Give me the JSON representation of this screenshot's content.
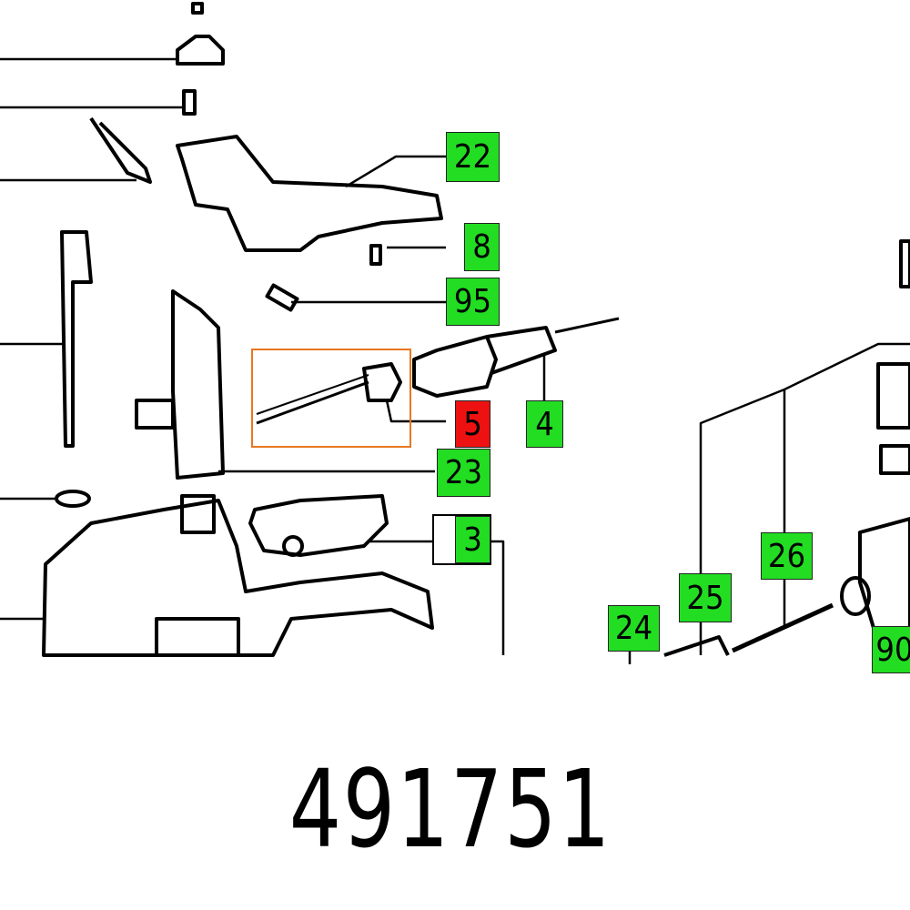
{
  "part_number": "491751",
  "highlight_color": "#e87722",
  "label_colors": {
    "normal": "#22dd22",
    "selected": "#ee1111"
  },
  "labels": [
    {
      "id": "22",
      "state": "normal"
    },
    {
      "id": "8",
      "state": "normal"
    },
    {
      "id": "95",
      "state": "normal"
    },
    {
      "id": "5",
      "state": "selected"
    },
    {
      "id": "4",
      "state": "normal"
    },
    {
      "id": "23",
      "state": "normal"
    },
    {
      "id": "3",
      "state": "normal"
    },
    {
      "id": "26",
      "state": "normal"
    },
    {
      "id": "25",
      "state": "normal"
    },
    {
      "id": "24",
      "state": "normal"
    },
    {
      "id": "90",
      "state": "normal"
    }
  ]
}
